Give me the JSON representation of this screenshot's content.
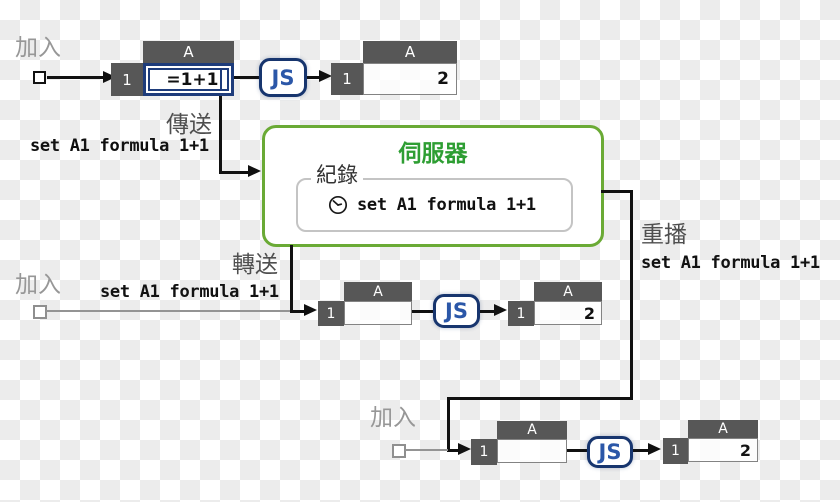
{
  "colors": {
    "checker": "#ececec",
    "sheet_header": "#575757",
    "selection_blue": "#1e3c7b",
    "js_text_blue": "#2b57a8",
    "server_border_green": "#6aaa35",
    "server_title_green": "#2e9e33",
    "line_black": "#111111",
    "line_gray": "#949494",
    "label_gray": "#979797",
    "label_dark": "#4f4f4f"
  },
  "top_flow": {
    "join_label": "加入",
    "sheet_input": {
      "col": "A",
      "row": "1",
      "value": "=1+1"
    },
    "js_label": "JS",
    "sheet_result": {
      "col": "A",
      "row": "1",
      "value": "2"
    },
    "send_label": "傳送",
    "send_command": "set A1 formula 1+1"
  },
  "server": {
    "title": "伺服器",
    "log_label": "紀錄",
    "log_icon": "clock",
    "log_entry": "set A1 formula 1+1"
  },
  "forward_flow": {
    "label": "轉送",
    "command": "set A1 formula 1+1",
    "join_label": "加入",
    "sheet_input": {
      "col": "A",
      "row": "1",
      "value": ""
    },
    "js_label": "JS",
    "sheet_result": {
      "col": "A",
      "row": "1",
      "value": "2"
    }
  },
  "replay_flow": {
    "label": "重播",
    "command": "set A1 formula 1+1",
    "join_label": "加入",
    "sheet_input": {
      "col": "A",
      "row": "1",
      "value": ""
    },
    "js_label": "JS",
    "sheet_result": {
      "col": "A",
      "row": "1",
      "value": "2"
    }
  }
}
